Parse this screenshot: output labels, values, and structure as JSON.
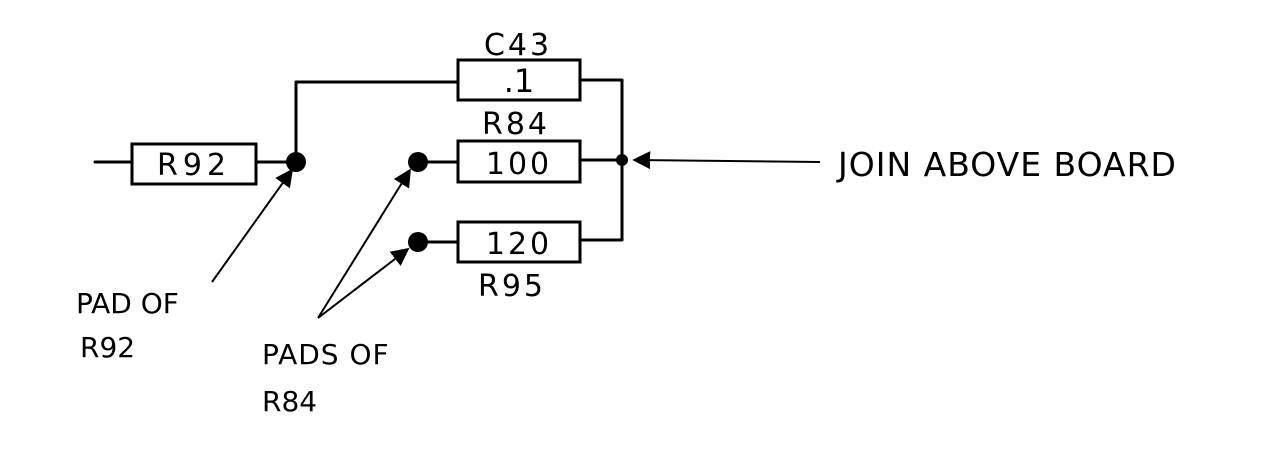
{
  "components": {
    "c43": {
      "ref": "C43",
      "value": ".1"
    },
    "r84": {
      "ref": "R84",
      "value": "100"
    },
    "r95": {
      "ref": "R95",
      "value": "120"
    },
    "r92": {
      "ref": "R92"
    }
  },
  "annotations": {
    "join": "JOIN ABOVE BOARD",
    "pad_r92_line1": "PAD OF",
    "pad_r92_line2": "R92",
    "pads_r84_line1": "PADS OF",
    "pads_r84_line2": "R84"
  }
}
